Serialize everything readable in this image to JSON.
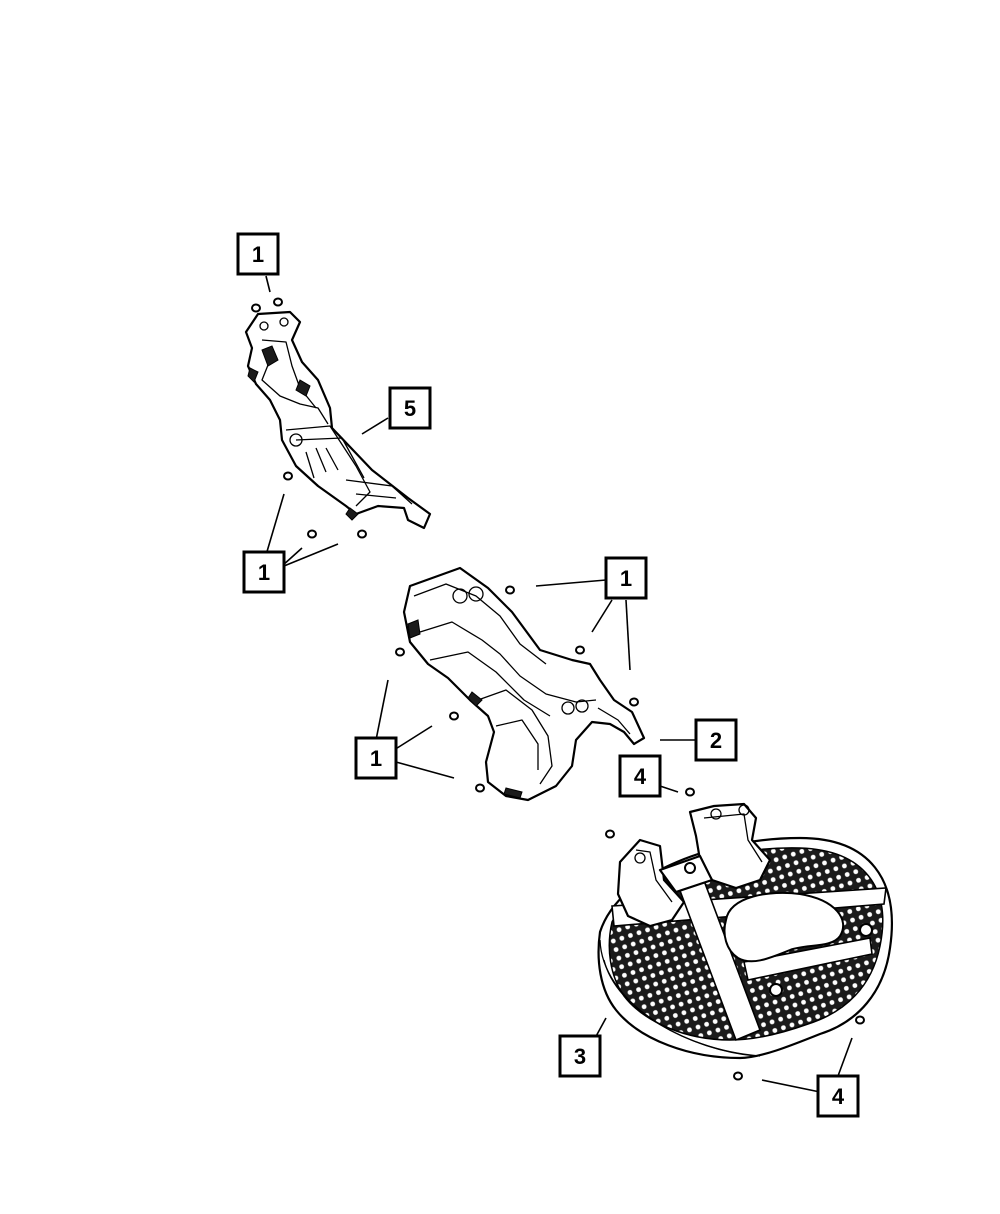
{
  "callouts": {
    "c1_top": "1",
    "c5": "5",
    "c1_left_mid": "1",
    "c1_right_mid": "1",
    "c2": "2",
    "c1_lower": "1",
    "c4_upper": "4",
    "c3": "3",
    "c4_lower": "4"
  },
  "colors": {
    "line": "#000000",
    "background": "#ffffff",
    "shade": "#1b1b1b"
  }
}
